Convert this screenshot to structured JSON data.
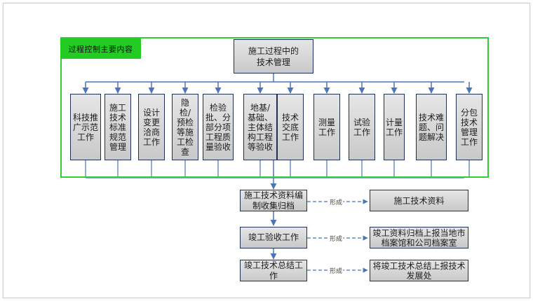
{
  "process_box_label": "过程控制主要内容",
  "top_box": "施工过程中的技术管理",
  "items": [
    "科技推广示范工作",
    "施工技术标准规范管理",
    "设计变更洽商工作",
    "隐检/预检等施工检查",
    "检验批、分部分项工程质量验收",
    "地基/基础、主体结构工程等验收",
    "技术交底工作",
    "测量工作",
    "试验工作",
    "计量工作",
    "技术难题、问题解决",
    "分包技术管理工作"
  ],
  "flow": [
    {
      "step": "施工技术资料编制收集归档",
      "connector": "形成",
      "result": "施工技术资料"
    },
    {
      "step": "竣工验收工作",
      "connector": "形成",
      "result": "竣工资料归档上报当地市档案馆和公司档案室"
    },
    {
      "step": "竣工技术总结工作",
      "connector": "形成",
      "result": "将竣工技术总结上报技术发展处"
    }
  ],
  "colors": {
    "green_frame": "#33cc33",
    "label_fill": "#22cc22",
    "connector": "#4a76b8",
    "box_border": "#1f2f55"
  }
}
